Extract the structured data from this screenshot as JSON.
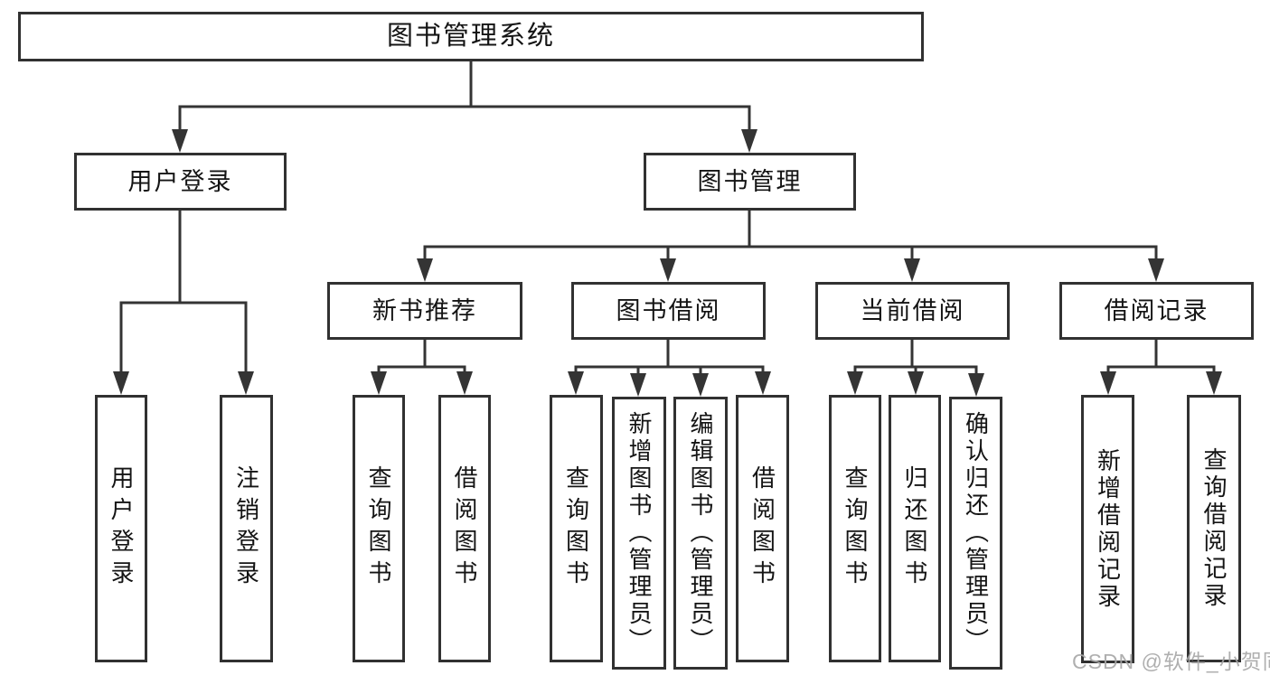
{
  "tree": {
    "label": "图书管理系统",
    "children": [
      {
        "label": "用户登录",
        "children": [
          {
            "label": "用户登录"
          },
          {
            "label": "注销登录"
          }
        ]
      },
      {
        "label": "图书管理",
        "children": [
          {
            "label": "新书推荐",
            "children": [
              {
                "label": "查询图书"
              },
              {
                "label": "借阅图书"
              }
            ]
          },
          {
            "label": "图书借阅",
            "children": [
              {
                "label": "查询图书"
              },
              {
                "label": "新增图书（管理员）"
              },
              {
                "label": "编辑图书（管理员）"
              },
              {
                "label": "借阅图书"
              }
            ]
          },
          {
            "label": "当前借阅",
            "children": [
              {
                "label": "查询图书"
              },
              {
                "label": "归还图书"
              },
              {
                "label": "确认归还（管理员）"
              }
            ]
          },
          {
            "label": "借阅记录",
            "children": [
              {
                "label": "新增借阅记录"
              },
              {
                "label": "查询借阅记录"
              }
            ]
          }
        ]
      }
    ]
  },
  "watermark": {
    "text": "CSDN @软件_小贺同学"
  },
  "colors": {
    "line": "#343434",
    "box_border": "#313131",
    "background": "#ffffff",
    "text": "#141414",
    "watermark": "#a7a7a7"
  }
}
